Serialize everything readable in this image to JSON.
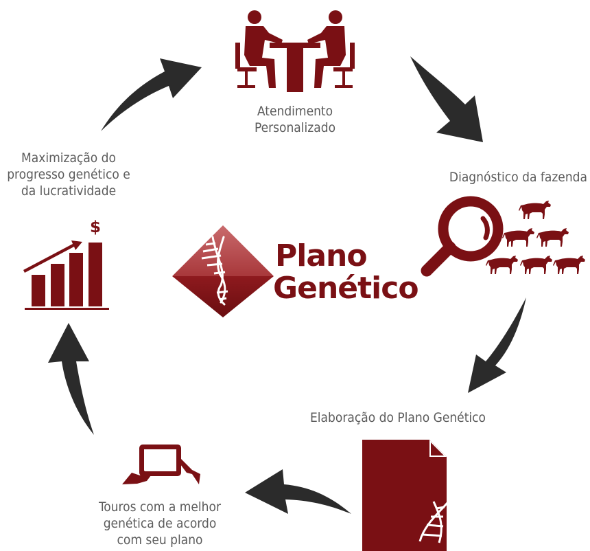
{
  "colors": {
    "primary": "#7a1014",
    "arrow": "#2b2b2b",
    "text": "#5b5b5b"
  },
  "logo": {
    "line1": "Plano",
    "line2": "Genético"
  },
  "steps": [
    {
      "id": "atendimento",
      "icon": "meeting-icon",
      "line1": "Atendimento",
      "line2": "Personalizado"
    },
    {
      "id": "diagnostico",
      "icon": "magnifier-cattle-icon",
      "line1": "Diagnóstico da fazenda"
    },
    {
      "id": "elaboracao",
      "icon": "document-dna-icon",
      "line1": "Elaboração do Plano Genético"
    },
    {
      "id": "touros",
      "icon": "tablet-icon",
      "line1": "Touros com a melhor",
      "line2": "genética de acordo",
      "line3": "com seu plano"
    },
    {
      "id": "maximizacao",
      "icon": "growth-chart-icon",
      "line1": "Maximização do",
      "line2": "progresso genético e",
      "line3": "da lucratividade",
      "currency_symbol": "$"
    }
  ]
}
